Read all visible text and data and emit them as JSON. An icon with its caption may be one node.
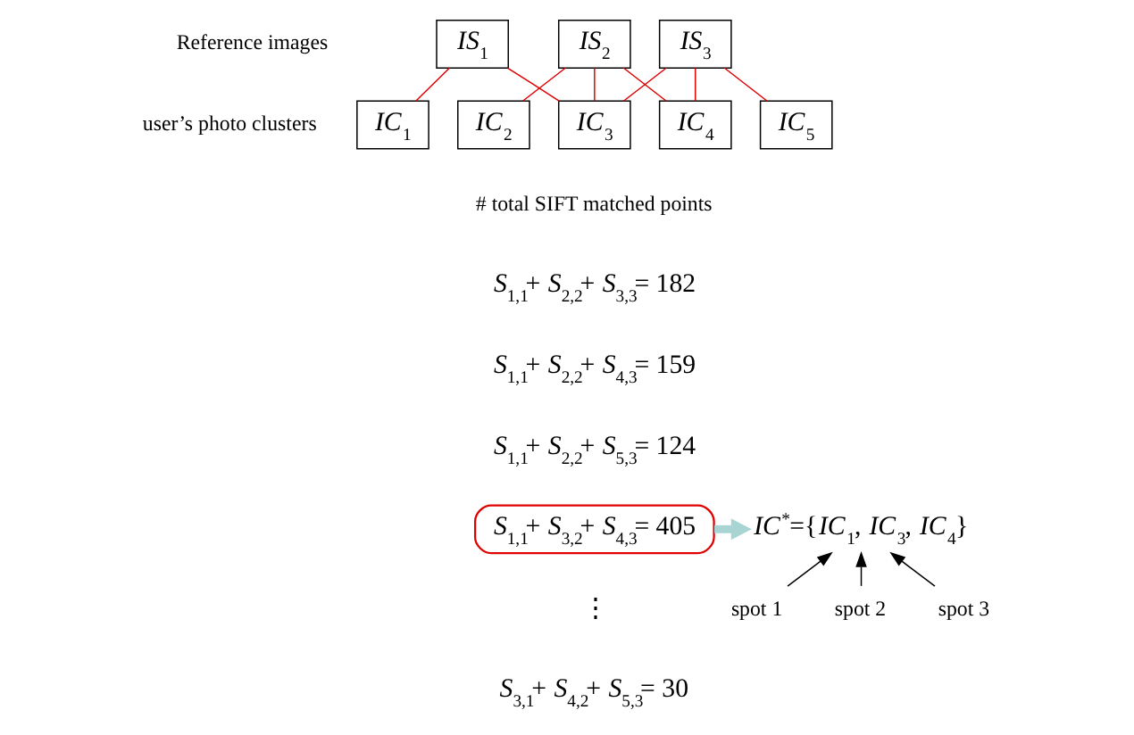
{
  "diagram": {
    "nodes": [
      {
        "text": [
          "*IS*$_{1}$"
        ]
      },
      {
        "text": [
          "*IS*$_{2}$"
        ]
      },
      {
        "text": [
          "*IS*$_{3}$"
        ]
      },
      {
        "text": [
          "*IC*$_{1}$"
        ]
      },
      {
        "text": [
          "*IC*$_{2}$"
        ]
      },
      {
        "text": [
          "*IC*$_{3}$"
        ]
      },
      {
        "text": [
          "*IC*$_{4}$"
        ]
      },
      {
        "text": [
          "*IC*$_{5}$"
        ]
      },
      {
        "text": [
          "*S*$_{1,1}$+ *S*$_{3,2}$+ *S*$_{4,3}$= 405"
        ]
      },
      {
        "text": [
          "*IC*$^{*}$={*IC*$_{1}$, *IC*$_{3}$, *IC*$_{4}$}"
        ]
      },
      {
        "text": [
          "spot 1"
        ]
      },
      {
        "text": [
          "spot 2"
        ]
      },
      {
        "text": [
          "spot 3"
        ]
      }
    ],
    "edges": [
      {
        "from": 0,
        "to": 3,
        "arrow": "none"
      },
      {
        "from": 0,
        "to": 5,
        "arrow": "none"
      },
      {
        "from": 1,
        "to": 4,
        "arrow": "none"
      },
      {
        "from": 1,
        "to": 5,
        "arrow": "none"
      },
      {
        "from": 1,
        "to": 6,
        "arrow": "none"
      },
      {
        "from": 2,
        "to": 5,
        "arrow": "none"
      },
      {
        "from": 2,
        "to": 6,
        "arrow": "none"
      },
      {
        "from": 2,
        "to": 7,
        "arrow": "none"
      },
      {
        "from": 8,
        "to": 9,
        "arrow": "to",
        "style": "thick",
        "color": "#a8d4d4"
      },
      {
        "from": 10,
        "to": 9,
        "arrow": "to",
        "color": "#000000"
      },
      {
        "from": 11,
        "to": 9,
        "arrow": "to",
        "color": "#000000"
      },
      {
        "from": 12,
        "to": 9,
        "arrow": "to",
        "color": "#000000"
      }
    ],
    "labels": [
      "Reference images",
      "user’s photo clusters",
      "# total SIFT matched points",
      "*S*$_{1,1}$+ *S*$_{2,2}$+ *S*$_{3,3}$= 182",
      "*S*$_{1,1}$+ *S*$_{2,2}$+ *S*$_{4,3}$= 159",
      "*S*$_{1,1}$+ *S*$_{2,2}$+ *S*$_{5,3}$= 124",
      "⋮",
      "*S*$_{3,1}$+ *S*$_{4,2}$+ *S*$_{5,3}$= 30"
    ]
  }
}
